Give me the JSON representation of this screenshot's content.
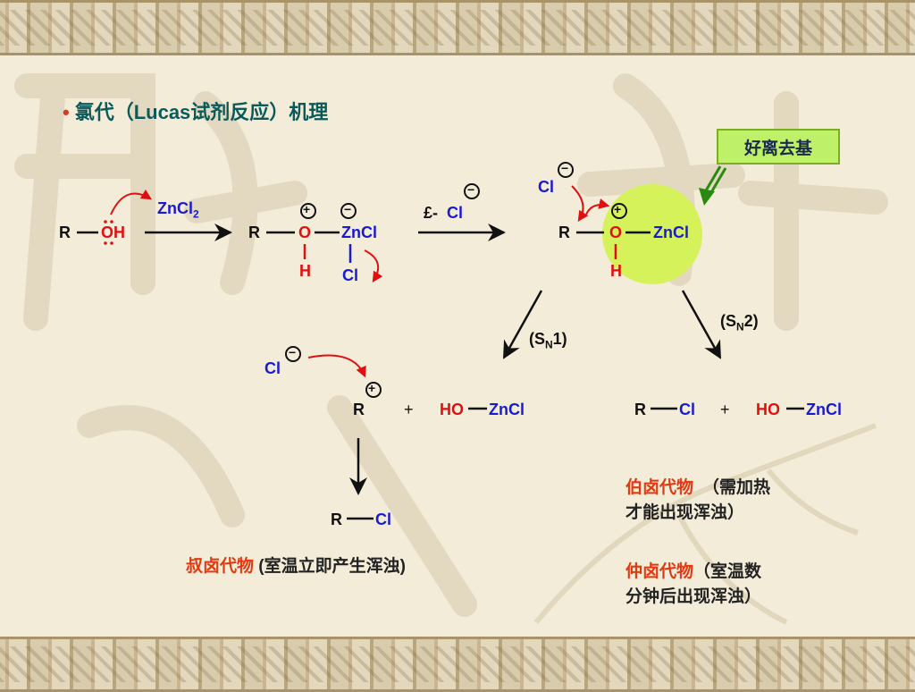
{
  "slide": {
    "title_bullet": "•",
    "title": "氯代（Lucas试剂反应）机理",
    "badge": "好离去基"
  },
  "mechanism": {
    "step1": {
      "r": "R",
      "oh": "OH",
      "zncl2": "ZnCl",
      "zncl2_sub": "2"
    },
    "complex": {
      "r": "R",
      "o": "O",
      "zncl": "ZnCl",
      "h": "H",
      "cl": "Cl",
      "plus": "+",
      "minus": "−"
    },
    "loss": {
      "prefix": "£-",
      "cl": "Cl",
      "minus": "−"
    },
    "oxonium": {
      "cl": "Cl",
      "r": "R",
      "o": "O",
      "zncl": "ZnCl",
      "h": "H",
      "plus": "+",
      "minus": "−"
    },
    "sn1_label": {
      "open": "(S",
      "sub": "N",
      "close": "1)"
    },
    "sn2_label": {
      "open": "(S",
      "sub": "N",
      "close": "2)"
    },
    "sn1_products": {
      "cl": "Cl",
      "r": "R",
      "plus_sign": "+",
      "ho": "HO",
      "zncl": "ZnCl",
      "charge": "+",
      "minus": "−"
    },
    "sn1_final": {
      "r": "R",
      "cl": "Cl"
    },
    "sn2_products": {
      "r": "R",
      "cl": "Cl",
      "plus_sign": "+",
      "ho": "HO",
      "zncl": "ZnCl"
    }
  },
  "notes": {
    "tertiary_a": "叔卤代物",
    "tertiary_b": " (室温立即产生浑浊)",
    "primary_a": "伯卤代物",
    "primary_b": "（需加热",
    "primary_c": "才能出现浑浊）",
    "secondary_a": "仲卤代物",
    "secondary_b": "（室温数",
    "secondary_c": "分钟后出现浑浊）"
  },
  "colors": {
    "red": "#e01010",
    "blue": "#1a1ad0",
    "highlight": "#d6f25a",
    "title": "#0a5a5a",
    "note": "#e03a10"
  }
}
